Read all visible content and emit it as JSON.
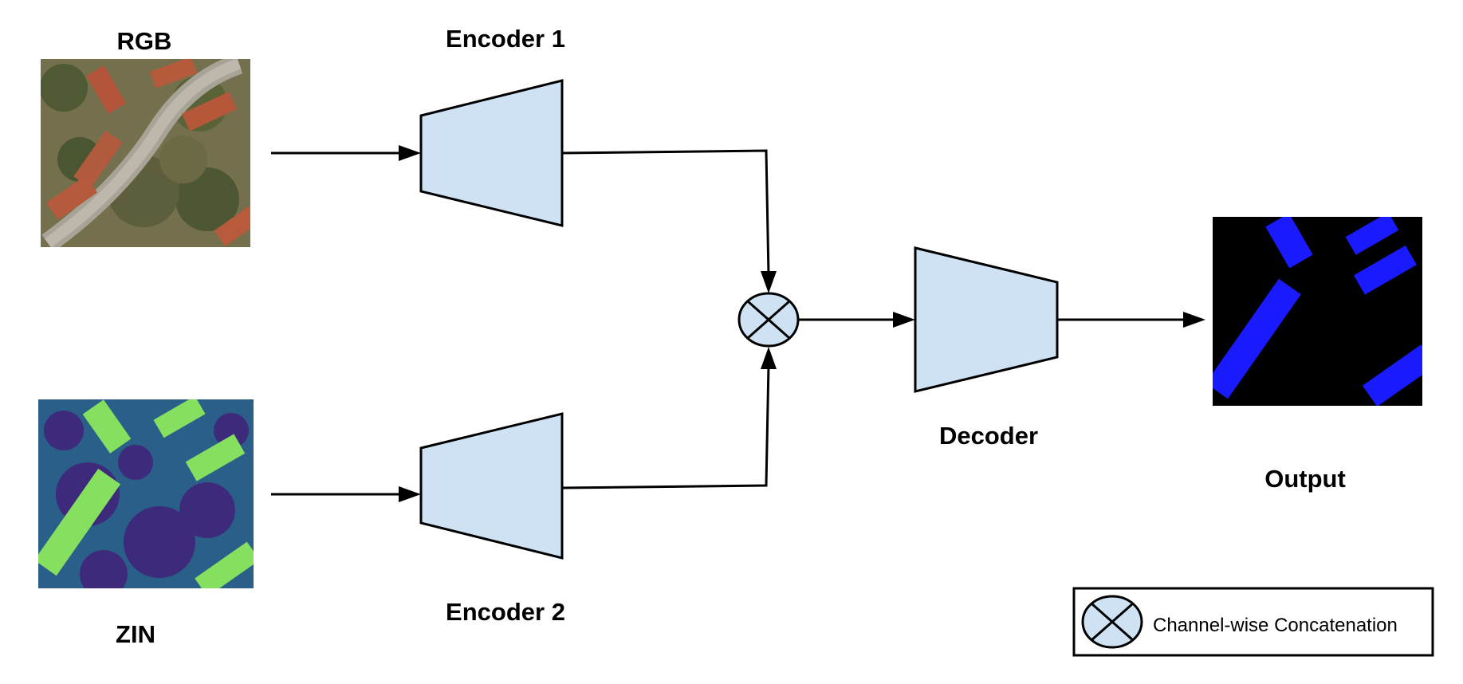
{
  "labels": {
    "rgb": "RGB",
    "zin": "ZIN",
    "encoder1": "Encoder 1",
    "encoder2": "Encoder 2",
    "decoder": "Decoder",
    "output": "Output"
  },
  "legend": {
    "text": "Channel-wise Concatenation",
    "symbol": "concat-icon"
  },
  "colors": {
    "block_fill": "#cfe2f3",
    "stroke": "#000000",
    "output_bg": "#000000",
    "output_building": "#1a1aff",
    "zin_bg": "#2a5f8a",
    "zin_low": "#3d2a7a",
    "zin_building": "#86e060"
  }
}
